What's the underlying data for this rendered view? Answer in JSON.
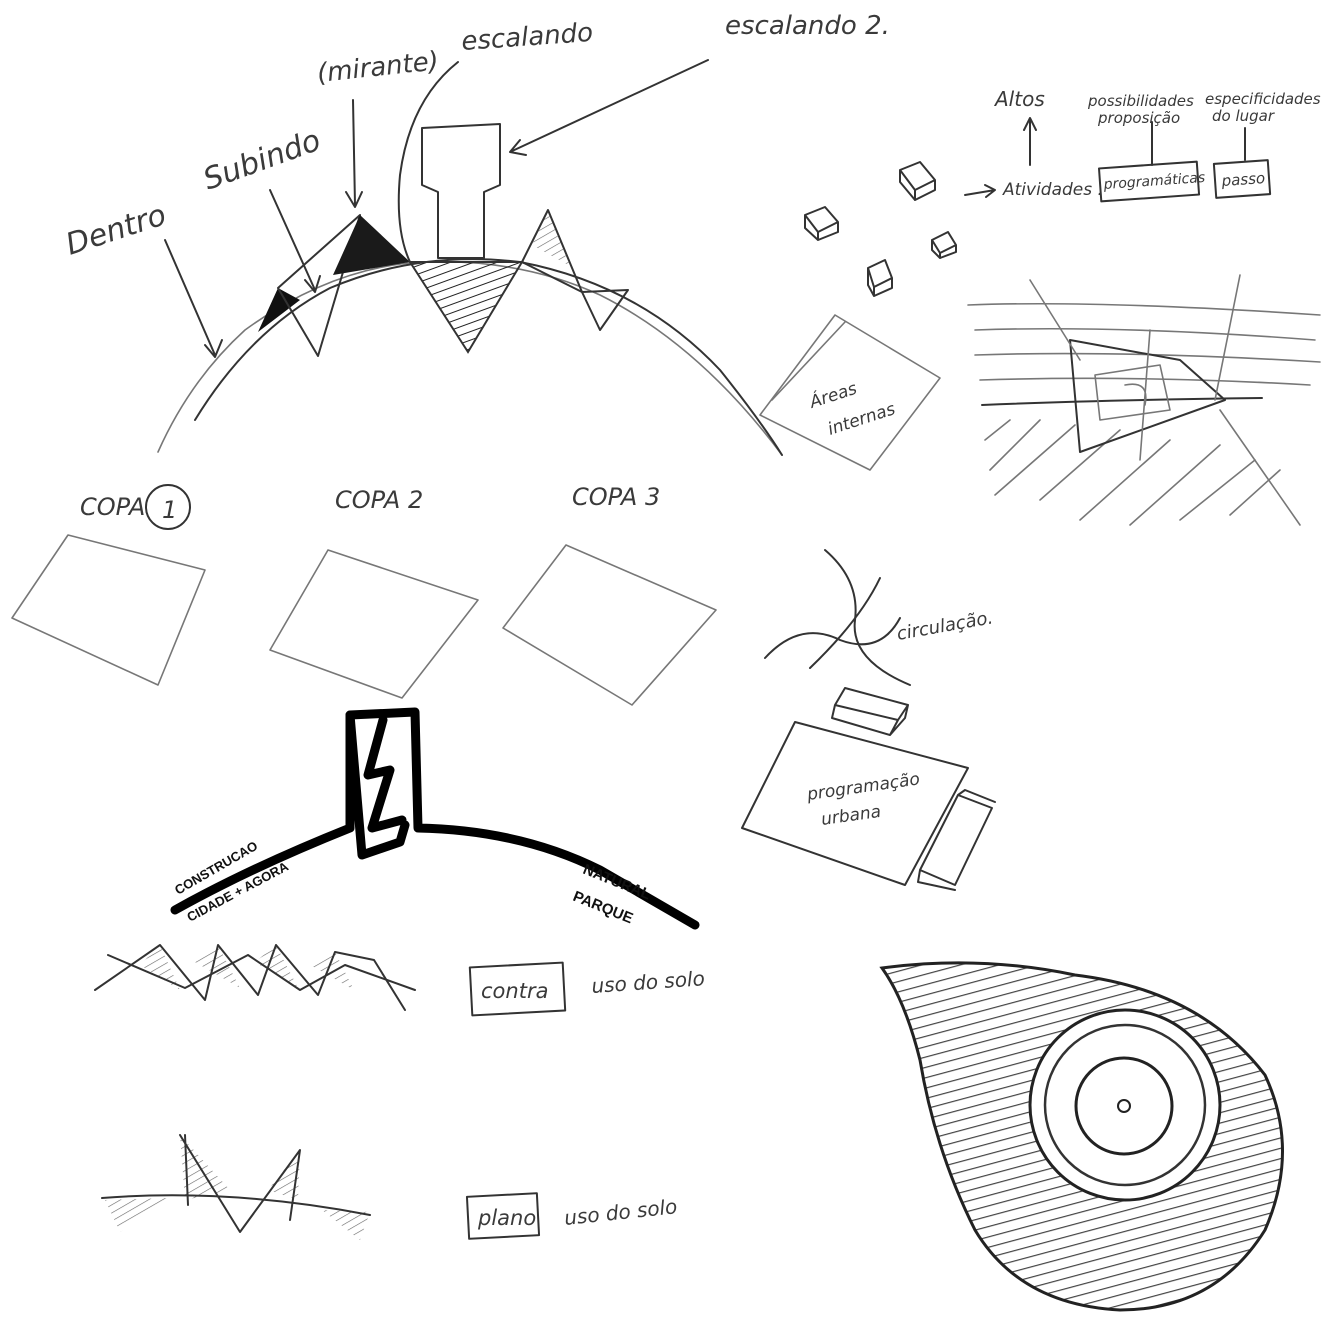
{
  "labels": {
    "dentro": "Dentro",
    "subindo": "Subindo",
    "mirante": "(mirante)",
    "escalando": "escalando",
    "escalando_2": "escalando 2.",
    "copa_1": "COPA",
    "copa_1_num": "1",
    "copa_2": "COPA 2",
    "copa_3": "COPA 3",
    "construcao": "CONSTRUCAO",
    "cidade_agora": "CIDADE + AGORA",
    "natural": "NATURAL",
    "parque": "PARQUE",
    "contra": "contra",
    "uso_do_solo_1": "uso do solo",
    "plano": "plano",
    "uso_do_solo_2": "uso do solo",
    "altos": "Altos",
    "possibilidades": "possibilidades",
    "proposicao": "proposição",
    "especificidades": "especificidades",
    "do_lugar": "do lugar",
    "atividades": "Atividades .",
    "programaticas": "programáticas",
    "passo": "passo",
    "areas_internas_1": "Áreas",
    "areas_internas_2": "internas",
    "circulacao": "circulação.",
    "programacao_1": "programação",
    "programacao_2": "urbana"
  },
  "colors": {
    "ink": "#333333",
    "pencil": "#777777",
    "marker": "#000000",
    "paper": "#ffffff"
  }
}
